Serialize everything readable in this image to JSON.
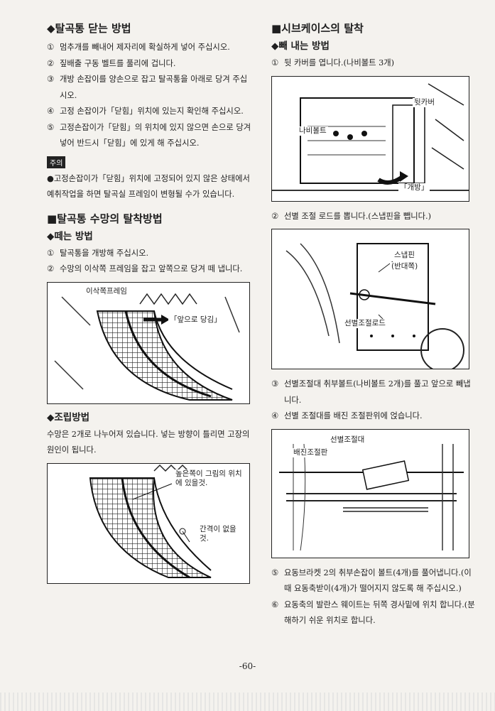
{
  "left": {
    "section1_title": "◆탈곡통 닫는 방법",
    "section1_steps": [
      {
        "n": "①",
        "t": "멈추개를 빼내어 제자리에 확실하게 넣어 주십시오."
      },
      {
        "n": "②",
        "t": "짚배출 구동 벨트를 풀리에 겁니다."
      },
      {
        "n": "③",
        "t": "개방 손잡이를 양손으로 잡고 탈곡통을 아래로 당겨 주십시오."
      },
      {
        "n": "④",
        "t": "고정 손잡이가「닫힘」위치에 있는지 확인해 주십시오."
      },
      {
        "n": "⑤",
        "t": "고정손잡이가「닫힘」의 위치에 있지 않으면 손으로 당겨 넣어 반드시「닫힘」에 있게 해 주십시오."
      }
    ],
    "caution_tag": "주의",
    "caution_text": "●고정손잡이가「닫힘」위치에 고정되어 있지 않은 상태에서 예취작업을 하면 탈곡실 프레임이 변형될 수가 있습니다.",
    "section2_title": "■탈곡통 수망의 탈착방법",
    "section2_sub": "◆떼는 방법",
    "section2_steps": [
      {
        "n": "①",
        "t": "탈곡통을 개방해 주십시오."
      },
      {
        "n": "②",
        "t": "수망의 이삭쪽 프레임을 잡고 앞쪽으로 당겨 떼 냅니다."
      }
    ],
    "fig1_labels": {
      "a": "이삭쪽프레임",
      "b": "「앞으로 당김」"
    },
    "section3_sub": "◆조립방법",
    "section3_text": "수망은 2개로 나누어져 있습니다. 넣는 방향이 틀리면 고장의 원인이 됩니다.",
    "fig2_labels": {
      "a": "높은쪽이 그림의 위치에 있을것.",
      "b": "간격이 없을것."
    }
  },
  "right": {
    "title": "■시브케이스의 탈착",
    "sub": "◆빼 내는 방법",
    "step1": {
      "n": "①",
      "t": "뒷 카버를 엽니다.(나비볼트 3개)"
    },
    "fig3_labels": {
      "a": "뒷카버",
      "b": "나비볼트",
      "c": "「개방」"
    },
    "step2": {
      "n": "②",
      "t": "선별 조절 로드를 뽑니다.(스냅핀을 뺍니다.)"
    },
    "fig4_labels": {
      "a": "스냅핀",
      "b": "(반대쪽)",
      "c": "선별조절로드"
    },
    "step3": {
      "n": "③",
      "t": "선별조절대 취부볼트(나비볼트 2개)를 풀고 앞으로 빼냅니다."
    },
    "step4": {
      "n": "④",
      "t": "선별 조절대를 배진 조절판위에 얹습니다."
    },
    "fig5_labels": {
      "a": "선별조절대",
      "b": "배진조절판"
    },
    "step5": {
      "n": "⑤",
      "t": "요동브라켓 2의 취부손잡이 볼트(4개)를 풀어냅니다.(이때 요동축받이(4개)가 떨어지지 않도록 해 주십시오.)"
    },
    "step6": {
      "n": "⑥",
      "t": "요동축의 발란스 웨이트는 뒤쪽 경사밑에 위치 합니다.(분해하기 쉬운 위치로 합니다."
    }
  },
  "page_number": "-60-"
}
